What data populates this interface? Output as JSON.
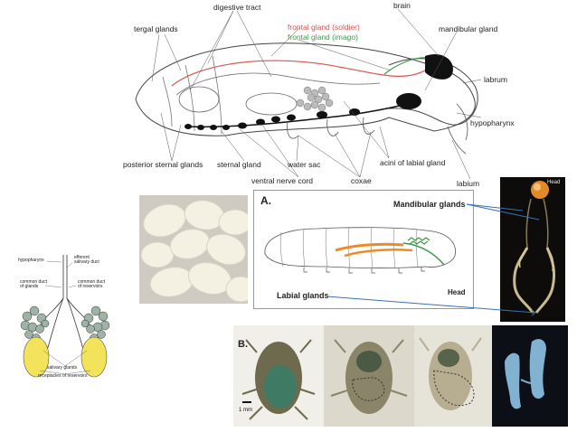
{
  "termite_diagram": {
    "labels": {
      "tergal_glands": "tergal glands",
      "digestive_tract": "digestive tract",
      "frontal_soldier": "frontal gland  (soldier)",
      "frontal_imago": "frontal gland  (imago)",
      "brain": "brain",
      "mandibular_gland": "mandibular gland",
      "labrum": "labrum",
      "hypopharynx": "hypopharynx",
      "labium": "labium",
      "posterior_sternal": "posterior sternal glands",
      "sternal_gland": "sternal gland",
      "water_sac": "water sac",
      "acini": "acini of labial gland",
      "ventral_nerve": "ventral nerve cord",
      "coxae": "coxae"
    },
    "colors": {
      "soldier": "#d9534f",
      "imago": "#3a9a4a"
    }
  },
  "gland_diagram": {
    "labels": {
      "hypopharynx": "hypopharynx",
      "efferent": "efferent\nsalivary duct",
      "common_duct_glands": "common duct\nof glands",
      "common_duct_reservoirs": "common duct\nof reservoirs",
      "salivary_glands": "salivary glands",
      "receptacles": "receptacles of reservoirs"
    }
  },
  "larva_panel": {
    "panel_letter": "A.",
    "mandibular_glands": "Mandibular glands",
    "labial_glands": "Labial glands",
    "head": "Head",
    "photo_head": "Head",
    "colors": {
      "labial": "#f08a24",
      "mandibular": "#3a9a4a",
      "pointer": "#3b6fb6"
    }
  },
  "bug_panel": {
    "panel_letter": "B.",
    "scale": "1 mm"
  }
}
